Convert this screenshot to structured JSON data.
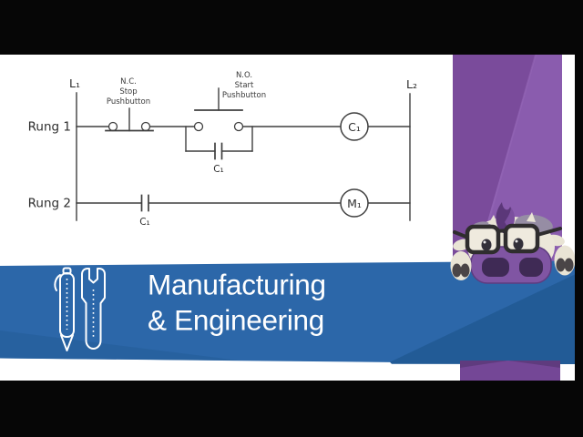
{
  "diagram": {
    "left_rail_label": "L₁",
    "right_rail_label": "L₂",
    "rung1_label": "Rung 1",
    "rung2_label": "Rung 2",
    "nc_pushbutton_label": [
      "N.C.",
      "Stop",
      "Pushbutton"
    ],
    "no_pushbutton_label": [
      "N.O.",
      "Start",
      "Pushbutton"
    ],
    "seal_in_contact_label": "C₁",
    "rung2_contact_label": "C₁",
    "coil1_label": "C₁",
    "coil2_label": "M₁"
  },
  "banner": {
    "title_line1": "Manufacturing",
    "title_line2": "& Engineering",
    "icons": [
      "pencil-icon",
      "wrench-icon"
    ]
  },
  "mascot": {
    "icon": "purple-cow-with-glasses-mascot"
  },
  "colors": {
    "letterbox_black": "#060606",
    "banner_blue": "#2c67a9",
    "banner_blue_dark": "#225b96",
    "banner_blue_dark_left": "#27619f",
    "ribbon_purple": "#7a4b9b",
    "ribbon_purple_light": "#8a5cae",
    "ribbon_purple_bottom": "#744796",
    "ribbon_purple_fold": "#5f3b7e",
    "diagram_line": "#3f3f3f",
    "title_text": "#ffffff"
  }
}
